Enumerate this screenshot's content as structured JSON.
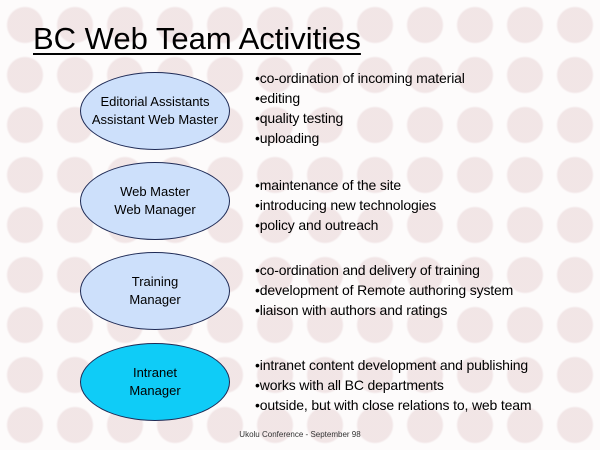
{
  "slide": {
    "title": "BC Web Team Activities",
    "footer": "Ukolu Conference - September 98",
    "colors": {
      "oval_light": "#cde0fb",
      "oval_bright": "#0fccf7",
      "oval_border": "#1e2a55",
      "background_circles": "#e8d4d6"
    },
    "groups": [
      {
        "roles": [
          "Editorial Assistants",
          "Assistant Web Master"
        ],
        "activities": [
          "•co-ordination of incoming material",
          "•editing",
          "•quality testing",
          "•uploading"
        ]
      },
      {
        "roles": [
          "Web Master",
          "Web Manager"
        ],
        "activities": [
          "•maintenance of the site",
          "•introducing new technologies",
          "•policy and outreach"
        ]
      },
      {
        "roles": [
          "Training",
          "Manager"
        ],
        "activities": [
          "•co-ordination and delivery of training",
          "•development of Remote authoring system",
          "•liaison with authors and ratings"
        ]
      },
      {
        "roles": [
          "Intranet",
          "Manager"
        ],
        "activities": [
          "•intranet content development and publishing",
          "•works with all BC departments",
          "•outside, but with close relations to, web team"
        ]
      }
    ]
  }
}
